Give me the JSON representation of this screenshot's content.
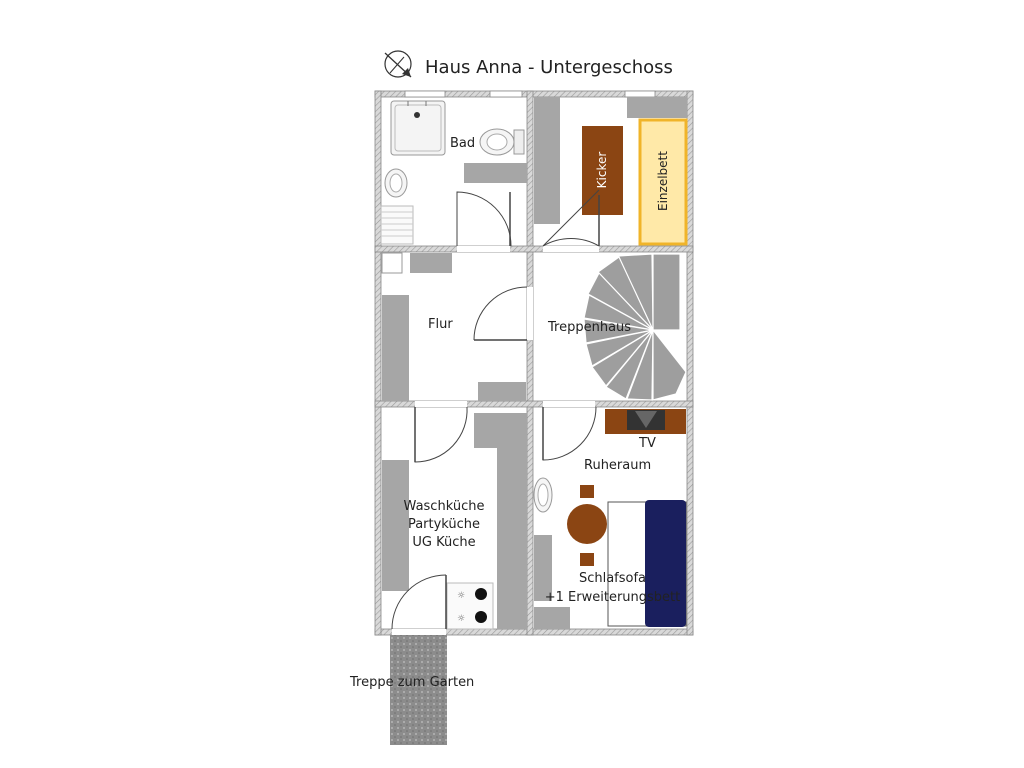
{
  "title": "Haus Anna - Untergeschoss",
  "compass": "compass-icon",
  "rooms": {
    "bad": "Bad",
    "flur": "Flur",
    "treppenhaus": "Treppenhaus",
    "waschkueche_1": "Waschküche",
    "waschkueche_2": "Partyküche",
    "waschkueche_3": "UG Küche",
    "ruheraum": "Ruheraum"
  },
  "furniture": {
    "kicker": "Kicker",
    "einzelbett": "Einzelbett",
    "tv": "TV",
    "schlafsofa_1": "Schlafsofa",
    "schlafsofa_2": "+1 Erweiterungsbett"
  },
  "outside": {
    "treppe": "Treppe zum Garten"
  },
  "colors": {
    "wall": "#a8a8a8",
    "furniture_gray": "#a6a6a6",
    "kicker": "#8b4513",
    "einzelbett_frame": "#f0b429",
    "einzelbett_fill": "#ffe9a8",
    "sofa": "#1a1f5e",
    "table": "#8b4513",
    "tv": "#8b4513"
  }
}
